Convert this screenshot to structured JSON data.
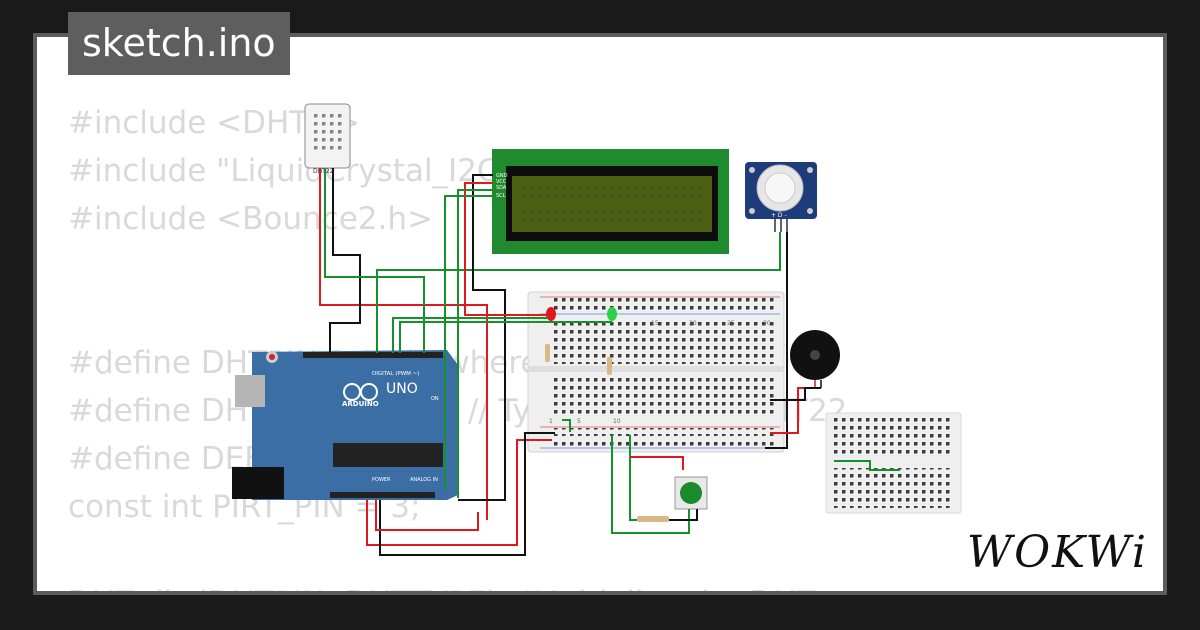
{
  "filename": "sketch.ino",
  "brand": "WOKWi",
  "code_lines": [
    "#include <DHT.h>",
    "#include \"LiquidCrystal_I2C.h\"",
    "#include <Bounce2.h>",
    "",
    "",
    "#define DHTPIN 2 // Pin where the data",
    "#define DHTTYPE DHT22 // Type of sensor: DHT22",
    "#define DEBOUNCE",
    "const int PIRT_PIN = 3;",
    "",
    "DHT dht(DHTPIN, DHTTYPE); // Initialize the DHT sensor"
  ],
  "components": {
    "dht_label": "DHT22",
    "lcd_pins": [
      "VCC",
      "GND",
      "SDA",
      "SCL"
    ],
    "arduino_model": "UNO",
    "arduino_brand": "ARDUINO",
    "digital_label": "DIGITAL (PWM ~)",
    "analog_label": "ANALOG IN",
    "power_label": "POWER",
    "on_label": "ON",
    "breadboard_numbers": [
      "1",
      "5",
      "10",
      "15",
      "20",
      "25",
      "30"
    ],
    "pir_pins": "+ D -"
  },
  "colors": {
    "background": "#1a1a1a",
    "tab_bg": "#5e5e5e",
    "code_text": "#d9d9d9",
    "arduino_blue": "#3a6ea5",
    "lcd_green": "#1f8a2e",
    "pir_blue": "#1e3b7a",
    "wire_red": "#e0191e",
    "wire_green": "#14912b",
    "wire_black": "#111111"
  }
}
